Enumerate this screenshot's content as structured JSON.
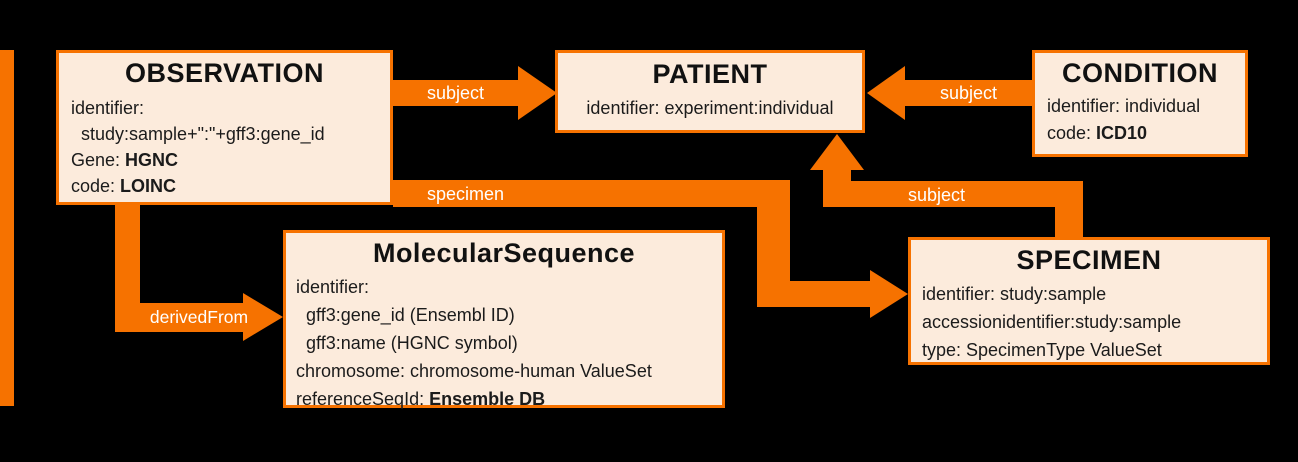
{
  "colors": {
    "accent": "#F67200",
    "box_fill": "#FCEBDC",
    "background": "#000000",
    "text": "#1B1B1B",
    "label_text": "#FFFFFF"
  },
  "diagram": {
    "nodes": {
      "observation": {
        "title": "OBSERVATION",
        "lines": [
          [
            {
              "t": "identifier:"
            }
          ],
          [
            {
              "t": "  study:sample+\":\"+gff3:gene_id"
            }
          ],
          [
            {
              "t": "Gene: "
            },
            {
              "t": "HGNC",
              "b": true
            }
          ],
          [
            {
              "t": "code: "
            },
            {
              "t": "LOINC",
              "b": true
            }
          ]
        ]
      },
      "patient": {
        "title": "PATIENT",
        "lines": [
          [
            {
              "t": "identifier: experiment:individual"
            }
          ]
        ]
      },
      "condition": {
        "title": "CONDITION",
        "lines": [
          [
            {
              "t": "identifier: individual"
            }
          ],
          [
            {
              "t": "code: "
            },
            {
              "t": "ICD10",
              "b": true
            }
          ]
        ]
      },
      "molecular_sequence": {
        "title": "MolecularSequence",
        "lines": [
          [
            {
              "t": "identifier:"
            }
          ],
          [
            {
              "t": "  gff3:gene_id (Ensembl ID)"
            }
          ],
          [
            {
              "t": "  gff3:name (HGNC symbol)"
            }
          ],
          [
            {
              "t": "chromosome: chromosome-human ValueSet"
            }
          ],
          [
            {
              "t": "referenceSeqId: "
            },
            {
              "t": "Ensemble DB",
              "b": true
            }
          ]
        ]
      },
      "specimen": {
        "title": "SPECIMEN",
        "lines": [
          [
            {
              "t": "identifier: study:sample"
            }
          ],
          [
            {
              "t": "accessionidentifier:study:sample"
            }
          ],
          [
            {
              "t": "type: SpecimenType ValueSet"
            }
          ]
        ]
      }
    },
    "edges": {
      "obs_patient": {
        "label": "subject"
      },
      "cond_patient": {
        "label": "subject"
      },
      "obs_specimen": {
        "label": "specimen"
      },
      "specimen_patient": {
        "label": "subject"
      },
      "obs_molseq": {
        "label": "derivedFrom"
      }
    }
  }
}
